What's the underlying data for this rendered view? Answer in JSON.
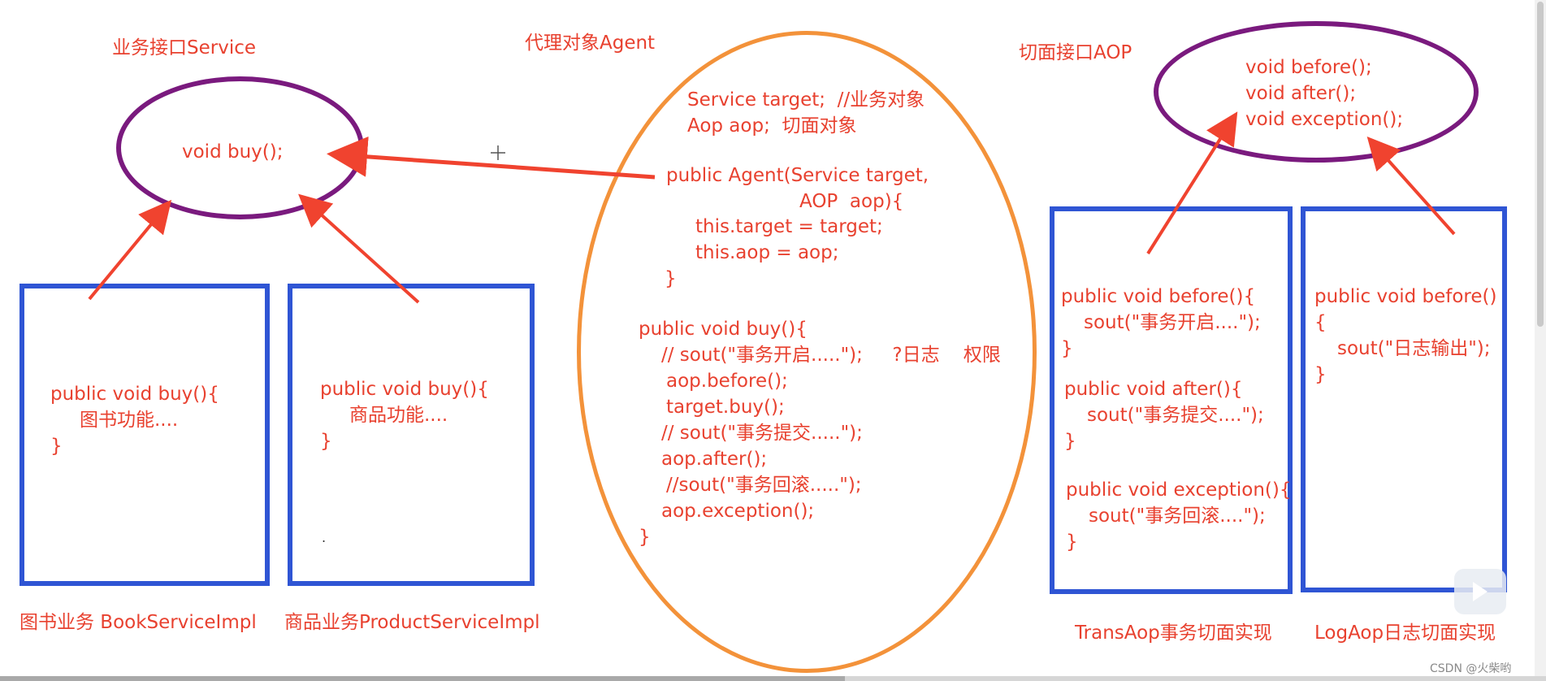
{
  "service": {
    "title": "业务接口Service",
    "method": "void buy();"
  },
  "agent": {
    "title": "代理对象Agent",
    "code": [
      "Service target;  //业务对象",
      "Aop aop;  切面对象",
      "public Agent(Service target,",
      "AOP  aop){",
      "this.target = target;",
      "this.aop = aop;",
      "}",
      "public void buy(){",
      "// sout(\"事务开启.....\");     ?日志    权限",
      "aop.before();",
      "target.buy();",
      "// sout(\"事务提交.....\");",
      "aop.after();",
      "//sout(\"事务回滚.....\");",
      "aop.exception();",
      "}"
    ]
  },
  "aop": {
    "title": "切面接口AOP",
    "methods": [
      "void before();",
      "void after();",
      "void exception();"
    ]
  },
  "book": {
    "label": "图书业务 BookServiceImpl",
    "code": [
      "public void buy(){",
      "图书功能....",
      "}"
    ]
  },
  "product": {
    "label": "商品业务ProductServiceImpl",
    "code": [
      "public void buy(){",
      "商品功能....",
      "}",
      "."
    ]
  },
  "trans": {
    "label": "TransAop事务切面实现",
    "code": [
      "public void before(){",
      "sout(\"事务开启....\");",
      "}",
      "public void after(){",
      "sout(\"事务提交....\");",
      "}",
      "public void exception(){",
      "sout(\"事务回滚....\");",
      "}"
    ]
  },
  "log": {
    "label": "LogAop日志切面实现",
    "code": [
      "public void before()",
      "{",
      "sout(\"日志输出\");",
      "}"
    ]
  },
  "watermark": "CSDN @火柴哟",
  "colors": {
    "text": "#e8412f",
    "arrow": "#f0432f",
    "box_border": "#2f55d4",
    "oval_purple": "#7a1a7e",
    "oval_orange": "#f3923a"
  }
}
